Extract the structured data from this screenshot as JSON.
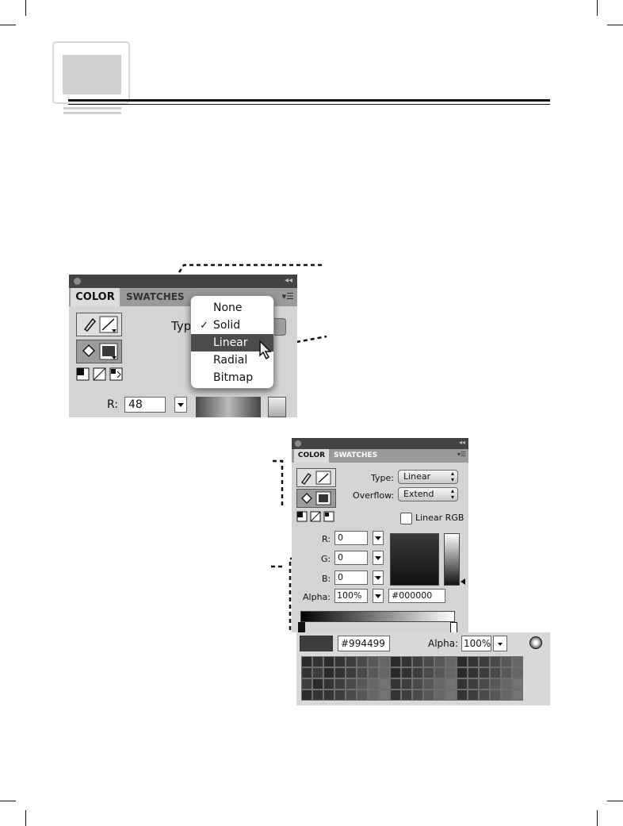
{
  "top_panel": {
    "tabs": [
      "COLOR",
      "SWATCHES"
    ],
    "type_label": "Typ",
    "r_label": "R:",
    "r_value": "48",
    "fill_type_menu": {
      "items": [
        "None",
        "Solid",
        "Linear",
        "Radial",
        "Bitmap"
      ],
      "checked": "Solid",
      "highlighted": "Linear",
      "check_glyph": "✓"
    }
  },
  "bottom_panel": {
    "tabs": [
      "COLOR",
      "SWATCHES"
    ],
    "type_label": "Type:",
    "type_value": "Linear",
    "overflow_label": "Overflow:",
    "overflow_value": "Extend",
    "linear_rgb_label": "Linear RGB",
    "r_label": "R:",
    "r_value": "0",
    "g_label": "G:",
    "g_value": "0",
    "b_label": "B:",
    "b_value": "0",
    "alpha_label": "Alpha:",
    "alpha_value": "100%",
    "hex_value": "#000000"
  },
  "swatch_picker": {
    "hex_value": "#994499",
    "alpha_label": "Alpha:",
    "alpha_value": "100%"
  },
  "colors": {
    "panel_bg": "#d4d4d4",
    "titlebar": "#434343",
    "tab_row": "#9a9a9a",
    "menu_highlight": "#4b4b4b"
  }
}
